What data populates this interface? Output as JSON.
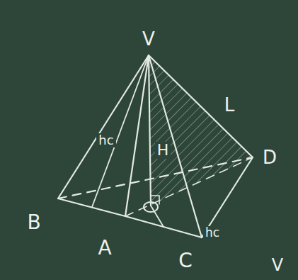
{
  "diagram": {
    "labels": [
      "V",
      "L",
      "hc",
      "H",
      "D",
      "B",
      "A",
      "C",
      "hc",
      "V"
    ]
  }
}
